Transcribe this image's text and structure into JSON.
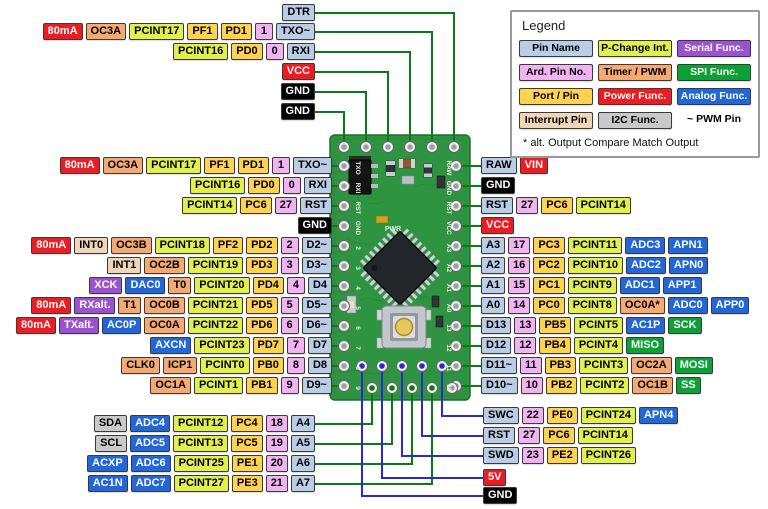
{
  "legend": {
    "title": "Legend",
    "items": [
      {
        "label": "Pin Name",
        "type": "pin"
      },
      {
        "label": "P-Change Int.",
        "type": "pchange"
      },
      {
        "label": "Serial Func.",
        "type": "serial"
      },
      {
        "label": "Ard. Pin No.",
        "type": "ardno"
      },
      {
        "label": "Timer / PWM",
        "type": "timer"
      },
      {
        "label": "SPI Func.",
        "type": "spi"
      },
      {
        "label": "Port / Pin",
        "type": "port"
      },
      {
        "label": "Power Func.",
        "type": "power"
      },
      {
        "label": "Analog Func.",
        "type": "analog"
      },
      {
        "label": "Interrupt Pin",
        "type": "intpin"
      },
      {
        "label": "I2C Func.",
        "type": "i2c"
      },
      {
        "label": "~ PWM Pin",
        "type": "plain"
      }
    ],
    "footnote": "* alt. Output Compare Match Output"
  },
  "colors": {
    "pin": {
      "bg": "#b9cde6",
      "fg": "#000000"
    },
    "ardno": {
      "bg": "#f1b3f1",
      "fg": "#000000"
    },
    "port": {
      "bg": "#ffd24f",
      "fg": "#000000"
    },
    "pchange": {
      "bg": "#e2f04e",
      "fg": "#000000"
    },
    "timer": {
      "bg": "#f6aa71",
      "fg": "#000000"
    },
    "intpin": {
      "bg": "#eed6b6",
      "fg": "#000000"
    },
    "serial": {
      "bg": "#9b51d0",
      "fg": "#ffffff"
    },
    "spi": {
      "bg": "#0ba134",
      "fg": "#ffffff"
    },
    "analog": {
      "bg": "#2267d9",
      "fg": "#ffffff"
    },
    "power": {
      "bg": "#ee1b22",
      "fg": "#ffffff"
    },
    "i2c": {
      "bg": "#c9c9c9",
      "fg": "#000000"
    },
    "gnd": {
      "bg": "#000000",
      "fg": "#ffffff"
    },
    "plain": {
      "bg": "",
      "fg": "#000000"
    },
    "wire_green": "#0a7c12",
    "wire_blue": "#2a2ad0",
    "board_green": "#2f9441"
  },
  "board": {
    "pwr_label": "PWR",
    "silkscreen_left": [
      "TXO",
      "RXI",
      "RST",
      "GND",
      "2",
      "3",
      "4",
      "5",
      "6",
      "7",
      "8",
      "9"
    ],
    "silkscreen_right": [
      "RAW",
      "GND",
      "RST",
      "VCC",
      "A3",
      "A2",
      "A1",
      "A0",
      "13",
      "12",
      "11",
      "10"
    ]
  },
  "pin_rows": {
    "top": [
      [
        {
          "t": "DTR",
          "c": "pin"
        }
      ],
      [
        {
          "t": "80mA",
          "c": "power"
        },
        {
          "t": "OC3A",
          "c": "timer"
        },
        {
          "t": "PCINT17",
          "c": "pchange"
        },
        {
          "t": "PF1",
          "c": "port"
        },
        {
          "t": "PD1",
          "c": "port"
        },
        {
          "t": "1",
          "c": "ardno"
        },
        {
          "t": "TXO~",
          "c": "pin"
        }
      ],
      [
        {
          "t": "PCINT16",
          "c": "pchange"
        },
        {
          "t": "PD0",
          "c": "port"
        },
        {
          "t": "0",
          "c": "ardno"
        },
        {
          "t": "RXI",
          "c": "pin"
        }
      ],
      [
        {
          "t": "VCC",
          "c": "power"
        }
      ],
      [
        {
          "t": "GND",
          "c": "gnd"
        }
      ],
      [
        {
          "t": "GND",
          "c": "gnd"
        }
      ]
    ],
    "left": [
      [
        {
          "t": "80mA",
          "c": "power"
        },
        {
          "t": "OC3A",
          "c": "timer"
        },
        {
          "t": "PCINT17",
          "c": "pchange"
        },
        {
          "t": "PF1",
          "c": "port"
        },
        {
          "t": "PD1",
          "c": "port"
        },
        {
          "t": "1",
          "c": "ardno"
        },
        {
          "t": "TXO~",
          "c": "pin"
        }
      ],
      [
        {
          "t": "PCINT16",
          "c": "pchange"
        },
        {
          "t": "PD0",
          "c": "port"
        },
        {
          "t": "0",
          "c": "ardno"
        },
        {
          "t": "RXI",
          "c": "pin"
        }
      ],
      [
        {
          "t": "PCINT14",
          "c": "pchange"
        },
        {
          "t": "PC6",
          "c": "port"
        },
        {
          "t": "27",
          "c": "ardno"
        },
        {
          "t": "RST",
          "c": "pin"
        }
      ],
      [
        {
          "t": "GND",
          "c": "gnd"
        }
      ],
      [
        {
          "t": "80mA",
          "c": "power"
        },
        {
          "t": "INT0",
          "c": "intpin"
        },
        {
          "t": "OC3B",
          "c": "timer"
        },
        {
          "t": "PCINT18",
          "c": "pchange"
        },
        {
          "t": "PF2",
          "c": "port"
        },
        {
          "t": "PD2",
          "c": "port"
        },
        {
          "t": "2",
          "c": "ardno"
        },
        {
          "t": "D2~",
          "c": "pin"
        }
      ],
      [
        {
          "t": "INT1",
          "c": "intpin"
        },
        {
          "t": "OC2B",
          "c": "timer"
        },
        {
          "t": "PCINT19",
          "c": "pchange"
        },
        {
          "t": "PD3",
          "c": "port"
        },
        {
          "t": "3",
          "c": "ardno"
        },
        {
          "t": "D3~",
          "c": "pin"
        }
      ],
      [
        {
          "t": "XCK",
          "c": "serial"
        },
        {
          "t": "DAC0",
          "c": "analog"
        },
        {
          "t": "T0",
          "c": "timer"
        },
        {
          "t": "PCINT20",
          "c": "pchange"
        },
        {
          "t": "PD4",
          "c": "port"
        },
        {
          "t": "4",
          "c": "ardno"
        },
        {
          "t": "D4",
          "c": "pin"
        }
      ],
      [
        {
          "t": "80mA",
          "c": "power"
        },
        {
          "t": "RXalt.",
          "c": "serial"
        },
        {
          "t": "T1",
          "c": "timer"
        },
        {
          "t": "OC0B",
          "c": "timer"
        },
        {
          "t": "PCINT21",
          "c": "pchange"
        },
        {
          "t": "PD5",
          "c": "port"
        },
        {
          "t": "5",
          "c": "ardno"
        },
        {
          "t": "D5~",
          "c": "pin"
        }
      ],
      [
        {
          "t": "80mA",
          "c": "power"
        },
        {
          "t": "TXalt.",
          "c": "serial"
        },
        {
          "t": "AC0P",
          "c": "analog"
        },
        {
          "t": "OC0A",
          "c": "timer"
        },
        {
          "t": "PCINT22",
          "c": "pchange"
        },
        {
          "t": "PD6",
          "c": "port"
        },
        {
          "t": "6",
          "c": "ardno"
        },
        {
          "t": "D6~",
          "c": "pin"
        }
      ],
      [
        {
          "t": "AXCN",
          "c": "analog"
        },
        {
          "t": "PCINT23",
          "c": "pchange"
        },
        {
          "t": "PD7",
          "c": "port"
        },
        {
          "t": "7",
          "c": "ardno"
        },
        {
          "t": "D7",
          "c": "pin"
        }
      ],
      [
        {
          "t": "CLK0",
          "c": "timer"
        },
        {
          "t": "ICP1",
          "c": "timer"
        },
        {
          "t": "PCINT0",
          "c": "pchange"
        },
        {
          "t": "PB0",
          "c": "port"
        },
        {
          "t": "8",
          "c": "ardno"
        },
        {
          "t": "D8",
          "c": "pin"
        }
      ],
      [
        {
          "t": "OC1A",
          "c": "timer"
        },
        {
          "t": "PCINT1",
          "c": "pchange"
        },
        {
          "t": "PB1",
          "c": "port"
        },
        {
          "t": "9",
          "c": "ardno"
        },
        {
          "t": "D9~",
          "c": "pin"
        }
      ]
    ],
    "right": [
      [
        {
          "t": "RAW",
          "c": "pin"
        },
        {
          "t": "VIN",
          "c": "power"
        }
      ],
      [
        {
          "t": "GND",
          "c": "gnd"
        }
      ],
      [
        {
          "t": "RST",
          "c": "pin"
        },
        {
          "t": "27",
          "c": "ardno"
        },
        {
          "t": "PC6",
          "c": "port"
        },
        {
          "t": "PCINT14",
          "c": "pchange"
        }
      ],
      [
        {
          "t": "VCC",
          "c": "power"
        }
      ],
      [
        {
          "t": "A3",
          "c": "pin"
        },
        {
          "t": "17",
          "c": "ardno"
        },
        {
          "t": "PC3",
          "c": "port"
        },
        {
          "t": "PCINT11",
          "c": "pchange"
        },
        {
          "t": "ADC3",
          "c": "analog"
        },
        {
          "t": "APN1",
          "c": "analog"
        }
      ],
      [
        {
          "t": "A2",
          "c": "pin"
        },
        {
          "t": "16",
          "c": "ardno"
        },
        {
          "t": "PC2",
          "c": "port"
        },
        {
          "t": "PCINT10",
          "c": "pchange"
        },
        {
          "t": "ADC2",
          "c": "analog"
        },
        {
          "t": "APN0",
          "c": "analog"
        }
      ],
      [
        {
          "t": "A1",
          "c": "pin"
        },
        {
          "t": "15",
          "c": "ardno"
        },
        {
          "t": "PC1",
          "c": "port"
        },
        {
          "t": "PCINT9",
          "c": "pchange"
        },
        {
          "t": "ADC1",
          "c": "analog"
        },
        {
          "t": "APP1",
          "c": "analog"
        }
      ],
      [
        {
          "t": "A0",
          "c": "pin"
        },
        {
          "t": "14",
          "c": "ardno"
        },
        {
          "t": "PC0",
          "c": "port"
        },
        {
          "t": "PCINT8",
          "c": "pchange"
        },
        {
          "t": "OC0A*",
          "c": "timer"
        },
        {
          "t": "ADC0",
          "c": "analog"
        },
        {
          "t": "APP0",
          "c": "analog"
        }
      ],
      [
        {
          "t": "D13",
          "c": "pin"
        },
        {
          "t": "13",
          "c": "ardno"
        },
        {
          "t": "PB5",
          "c": "port"
        },
        {
          "t": "PCINT5",
          "c": "pchange"
        },
        {
          "t": "AC1P",
          "c": "analog"
        },
        {
          "t": "SCK",
          "c": "spi"
        }
      ],
      [
        {
          "t": "D12",
          "c": "pin"
        },
        {
          "t": "12",
          "c": "ardno"
        },
        {
          "t": "PB4",
          "c": "port"
        },
        {
          "t": "PCINT4",
          "c": "pchange"
        },
        {
          "t": "MISO",
          "c": "spi"
        }
      ],
      [
        {
          "t": "D11~",
          "c": "pin"
        },
        {
          "t": "11",
          "c": "ardno"
        },
        {
          "t": "PB3",
          "c": "port"
        },
        {
          "t": "PCINT3",
          "c": "pchange"
        },
        {
          "t": "OC2A",
          "c": "timer"
        },
        {
          "t": "MOSI",
          "c": "spi"
        }
      ],
      [
        {
          "t": "D10~",
          "c": "pin"
        },
        {
          "t": "10",
          "c": "ardno"
        },
        {
          "t": "PB2",
          "c": "port"
        },
        {
          "t": "PCINT2",
          "c": "pchange"
        },
        {
          "t": "OC1B",
          "c": "timer"
        },
        {
          "t": "SS",
          "c": "spi"
        }
      ]
    ],
    "bottom_left": [
      [
        {
          "t": "SDA",
          "c": "i2c"
        },
        {
          "t": "ADC4",
          "c": "analog"
        },
        {
          "t": "PCINT12",
          "c": "pchange"
        },
        {
          "t": "PC4",
          "c": "port"
        },
        {
          "t": "18",
          "c": "ardno"
        },
        {
          "t": "A4",
          "c": "pin"
        }
      ],
      [
        {
          "t": "SCL",
          "c": "i2c"
        },
        {
          "t": "ADC5",
          "c": "analog"
        },
        {
          "t": "PCINT13",
          "c": "pchange"
        },
        {
          "t": "PC5",
          "c": "port"
        },
        {
          "t": "19",
          "c": "ardno"
        },
        {
          "t": "A5",
          "c": "pin"
        }
      ],
      [
        {
          "t": "ACXP",
          "c": "analog"
        },
        {
          "t": "ADC6",
          "c": "analog"
        },
        {
          "t": "PCINT25",
          "c": "pchange"
        },
        {
          "t": "PE1",
          "c": "port"
        },
        {
          "t": "20",
          "c": "ardno"
        },
        {
          "t": "A6",
          "c": "pin"
        }
      ],
      [
        {
          "t": "AC1N",
          "c": "analog"
        },
        {
          "t": "ADC7",
          "c": "analog"
        },
        {
          "t": "PCINT27",
          "c": "pchange"
        },
        {
          "t": "PE3",
          "c": "port"
        },
        {
          "t": "21",
          "c": "ardno"
        },
        {
          "t": "A7",
          "c": "pin"
        }
      ]
    ],
    "bottom_right": [
      [
        {
          "t": "SWC",
          "c": "pin"
        },
        {
          "t": "22",
          "c": "ardno"
        },
        {
          "t": "PE0",
          "c": "port"
        },
        {
          "t": "PCINT24",
          "c": "pchange"
        },
        {
          "t": "APN4",
          "c": "analog"
        }
      ],
      [
        {
          "t": "RST",
          "c": "pin"
        },
        {
          "t": "27",
          "c": "ardno"
        },
        {
          "t": "PC6",
          "c": "port"
        },
        {
          "t": "PCINT14",
          "c": "pchange"
        }
      ],
      [
        {
          "t": "SWD",
          "c": "pin"
        },
        {
          "t": "23",
          "c": "ardno"
        },
        {
          "t": "PE2",
          "c": "port"
        },
        {
          "t": "PCINT26",
          "c": "pchange"
        }
      ],
      [
        {
          "t": "5V",
          "c": "power"
        }
      ],
      [
        {
          "t": "GND",
          "c": "gnd"
        }
      ]
    ]
  }
}
